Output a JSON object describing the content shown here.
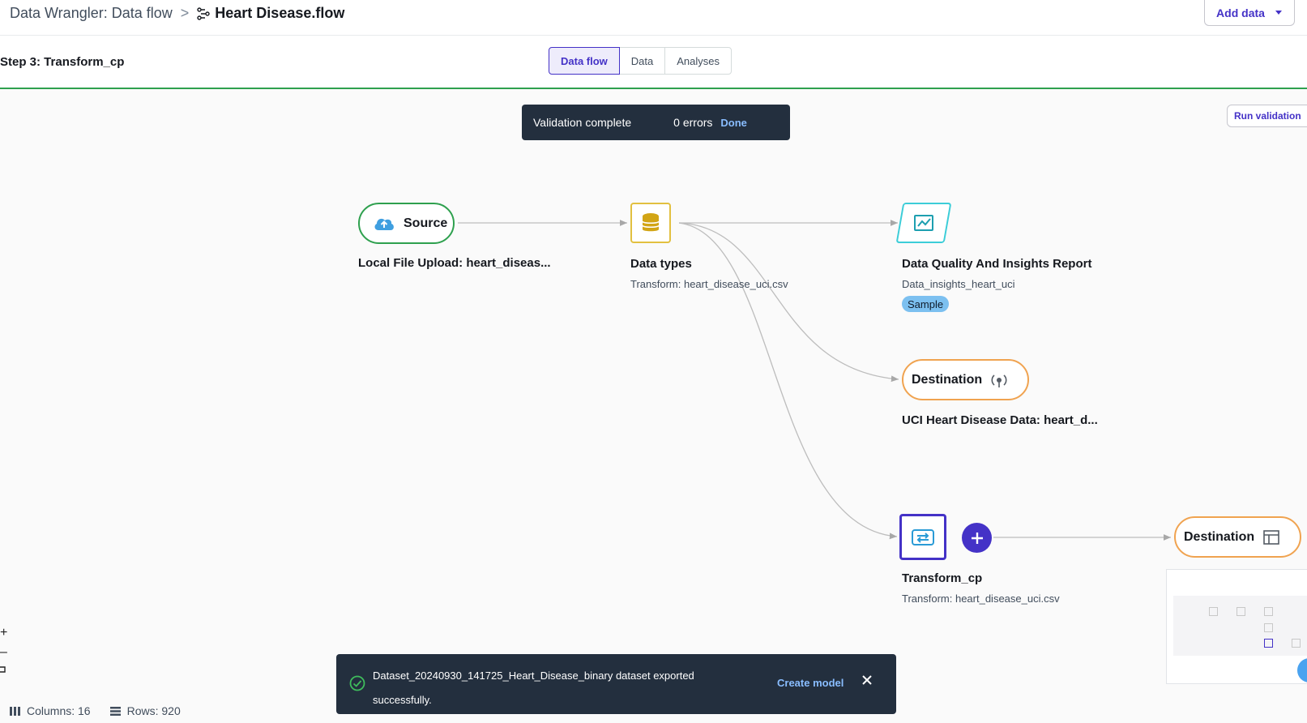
{
  "header": {
    "app_title": "Data Wrangler: Data flow",
    "separator": ">",
    "flow_name": "Heart Disease.flow",
    "add_data_label": "Add data"
  },
  "step": {
    "title": "Step 3: Transform_cp",
    "tabs": [
      {
        "label": "Data flow",
        "active": true
      },
      {
        "label": "Data",
        "active": false
      },
      {
        "label": "Analyses",
        "active": false
      }
    ]
  },
  "validation_toast": {
    "message": "Validation complete",
    "errors": "0 errors",
    "done_label": "Done"
  },
  "run_validation_label": "Run validation",
  "nodes": {
    "source": {
      "pill": "Source",
      "label": "Local File Upload: heart_diseas..."
    },
    "data_types": {
      "label": "Data types",
      "sub": "Transform: heart_disease_uci.csv"
    },
    "report": {
      "label": "Data Quality And Insights Report",
      "sub": "Data_insights_heart_uci",
      "badge": "Sample"
    },
    "destination1": {
      "pill": "Destination",
      "label": "UCI Heart Disease Data: heart_d..."
    },
    "transform": {
      "label": "Transform_cp",
      "sub": "Transform: heart_disease_uci.csv"
    },
    "destination2": {
      "pill": "Destination"
    }
  },
  "zoom_controls": {
    "zoom_in": "+",
    "zoom_out": "–"
  },
  "export_toast": {
    "message": "Dataset_20240930_141725_Heart_Disease_binary dataset exported successfully.",
    "action_label": "Create model"
  },
  "footer": {
    "columns": "Columns: 16",
    "rows": "Rows: 920"
  },
  "colors": {
    "accent": "#4432c7",
    "source_green": "#2ea04e",
    "destination_orange": "#f0a350",
    "datatypes_yellow": "#e2c040",
    "report_cyan": "#3ccdd8"
  }
}
